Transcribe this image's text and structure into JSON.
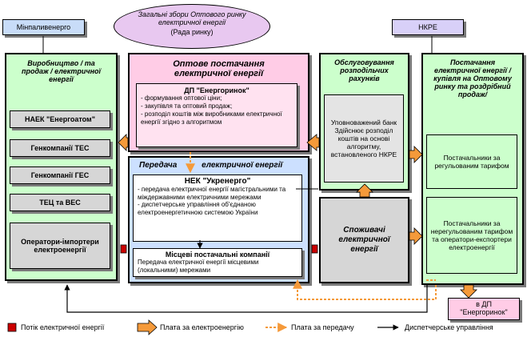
{
  "top": {
    "minpalivenergo": "Мінпаливенерго",
    "nkre": "НКРЕ",
    "assembly_line1": "Загальні збори Оптового ринку",
    "assembly_line2": "електричної енергії",
    "assembly_line3": "(Рада ринку)"
  },
  "production": {
    "title": "Виробництво / та продаж / електричної енергії",
    "items": [
      "НАЕК \"Енергоатом\"",
      "Генкомпанії ТЕС",
      "Генкомпанії ГЕС",
      "ТЕЦ та ВЕС",
      "Оператори-імпортери електроенергії"
    ]
  },
  "wholesale": {
    "title": "Оптове постачання електричної енергії",
    "dp_title": "ДП \"Енергоринок\"",
    "dp_lines": [
      "- формування оптової ціни;",
      "- закупівля та оптовий продаж;",
      "- розподіл коштів між виробниками електричної енергії згідно з алгоритмом"
    ]
  },
  "transmission": {
    "title": "Передача",
    "title2": "електричної енергії",
    "nek_title": "НЕК \"Укренерго\"",
    "nek_lines": [
      "- передача електричної енергії магістральними та міждержавними електричними мережами",
      "- диспетчерське управління об'єднаною електроенергетичною системою України"
    ],
    "local_title": "Місцеві постачальні компанії",
    "local_text": "Передача електричної енергії місцевими (локальними) мережами"
  },
  "service": {
    "title": "Обслуговування розподільчих рахунків",
    "bank_text": "Уповноважений банк Здійснює розподіл коштів на основі алгоритму, встановленого НКРЕ"
  },
  "consumers": {
    "text": "Споживачі електричної енергії"
  },
  "supply": {
    "title": "Постачання електричної енергії /купівля на Оптовому ринку та роздрібний продаж/",
    "regulated": "Постачальники за регульованим тарифом",
    "unregulated": "Постачальники за нерегульованим тарифом та оператори-експортери електроенергії"
  },
  "dp_bottom": {
    "line1": "в ДП",
    "line2": "\"Енергоринок\""
  },
  "legend": {
    "flow": "Потік електричної енергії",
    "payment_power": "Плата за електроенергію",
    "payment_transmission": "Плата за передачу",
    "dispatch": "Диспетчерське управління"
  },
  "colors": {
    "green_panel": "#ccffcc",
    "pink_panel": "#ffcce6",
    "blue_panel": "#cce0ff",
    "assembly": "#e8c8f0",
    "nkre": "#d8d0f8",
    "minpal": "#c8dcf8",
    "orange": "#f59a3a",
    "flow_red": "#cc0000"
  }
}
